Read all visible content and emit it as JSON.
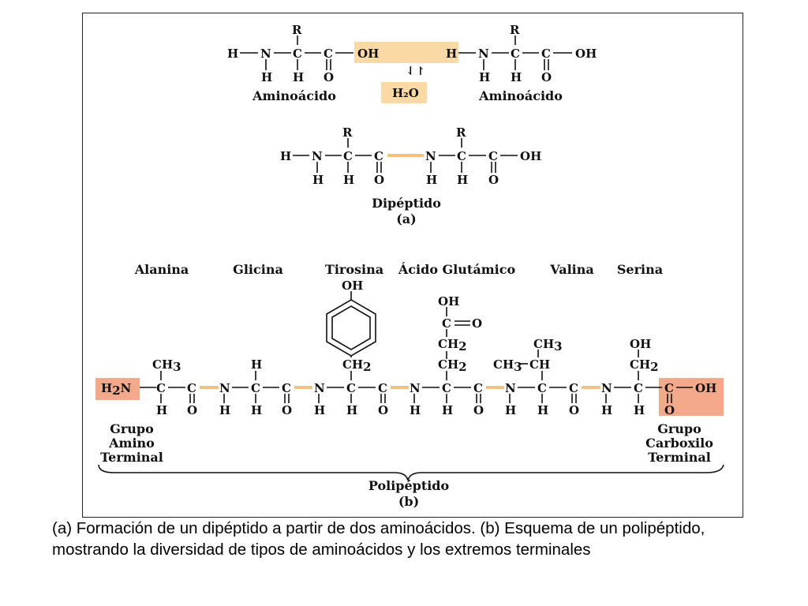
{
  "part_a": {
    "left_label": "Aminoácido",
    "right_label": "Aminoácido",
    "water": "H₂O",
    "arrow": "⇃↾",
    "dipeptide_label": "Dipéptido",
    "panel_label": "(a)"
  },
  "part_b": {
    "residues": [
      "Alanina",
      "Glicina",
      "Tirosina",
      "Ácido Glutámico",
      "Valina",
      "Serina"
    ],
    "amino_terminal": [
      "Grupo",
      "Amino",
      "Terminal"
    ],
    "carboxyl_terminal": [
      "Grupo",
      "Carboxilo",
      "Terminal"
    ],
    "polypeptide_label": "Polipéptido",
    "panel_label": "(b)"
  },
  "caption": "(a) Formación de un dipéptido a partir de dos aminoácidos. (b) Esquema de un polipéptido, mostrando la diversidad de tipos de aminoácidos y los extremos terminales",
  "colors": {
    "peptide_bond": "#f3c27e",
    "highlight": "#fbd9a5",
    "terminal": "#f3a98a"
  }
}
